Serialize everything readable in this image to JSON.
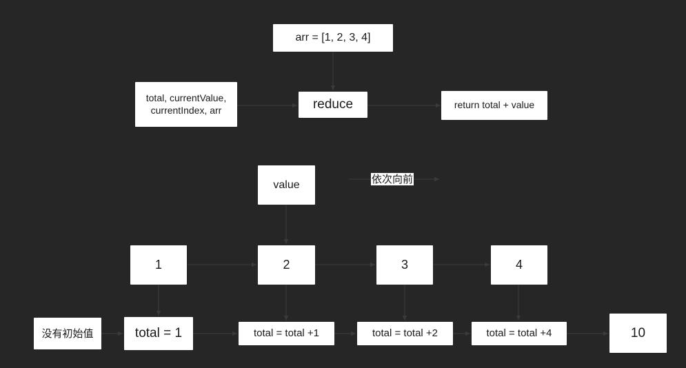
{
  "diagram": {
    "nodes": {
      "arr": "arr = [1, 2, 3, 4]",
      "reduce": "reduce",
      "params": "total, currentValue,\ncurrentIndex, arr",
      "return": "return total + value",
      "value": "value",
      "one": "1",
      "two": "2",
      "three": "3",
      "four": "4",
      "no_init": "没有初始值",
      "total1": "total = 1",
      "total_plus1": "total = total +1",
      "total_plus2": "total = total +2",
      "total_plus4": "total = total +4",
      "result": "10"
    },
    "labels": {
      "forward": "依次向前"
    },
    "colors": {
      "background": "#262626",
      "node_fill": "#ffffff",
      "node_text": "#1a1a1a",
      "edge": "#3a3a3a"
    }
  }
}
